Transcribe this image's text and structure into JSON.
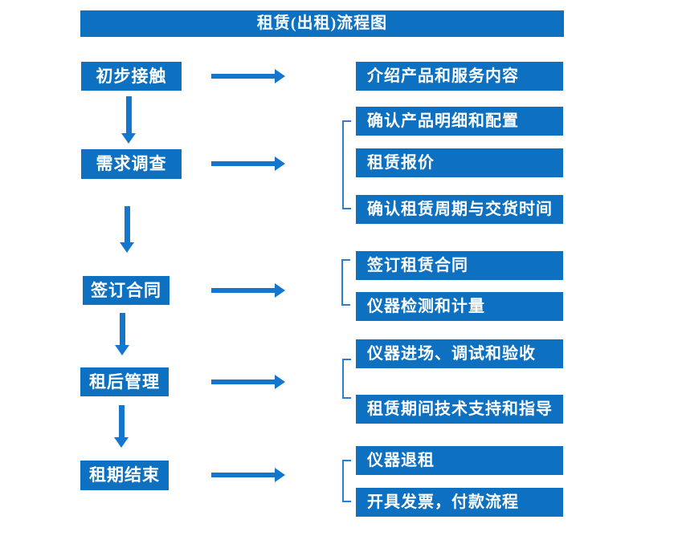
{
  "title": "租赁(出租)流程图",
  "colors": {
    "box_blue": "#0e70c0",
    "arrow_blue": "#1476cd",
    "bracket_blue": "#2b7ed3",
    "text_white": "#ffffff",
    "background": "#ffffff"
  },
  "stages": [
    {
      "label": "初步接触",
      "details": [
        "介绍产品和服务内容"
      ]
    },
    {
      "label": "需求调查",
      "details": [
        "确认产品明细和配置",
        "租赁报价",
        "确认租赁周期与交货时间"
      ]
    },
    {
      "label": "签订合同",
      "details": [
        "签订租赁合同",
        "仪器检测和计量"
      ]
    },
    {
      "label": "租后管理",
      "details": [
        "仪器进场、调试和验收",
        "租赁期间技术支持和指导"
      ]
    },
    {
      "label": "租期结束",
      "details": [
        "仪器退租",
        "开具发票，付款流程"
      ]
    }
  ]
}
